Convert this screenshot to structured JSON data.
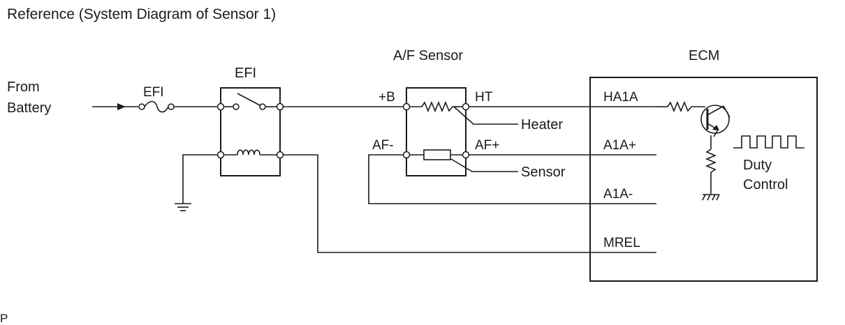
{
  "title": "Reference (System Diagram of Sensor 1)",
  "source": {
    "line1": "From",
    "line2": "Battery"
  },
  "fuse": {
    "label": "EFI"
  },
  "relay": {
    "label": "EFI"
  },
  "af_sensor": {
    "title": "A/F Sensor",
    "pins": {
      "plus_b": "+B",
      "ht": "HT",
      "af_minus": "AF-",
      "af_plus": "AF+"
    },
    "callouts": {
      "heater": "Heater",
      "sensor": "Sensor"
    }
  },
  "ecm": {
    "title": "ECM",
    "pins": {
      "ha1a": "HA1A",
      "a1a_plus": "A1A+",
      "a1a_minus": "A1A-",
      "mrel": "MREL"
    },
    "duty": {
      "line1": "Duty",
      "line2": "Control"
    }
  },
  "footer": {
    "mark": "P"
  }
}
